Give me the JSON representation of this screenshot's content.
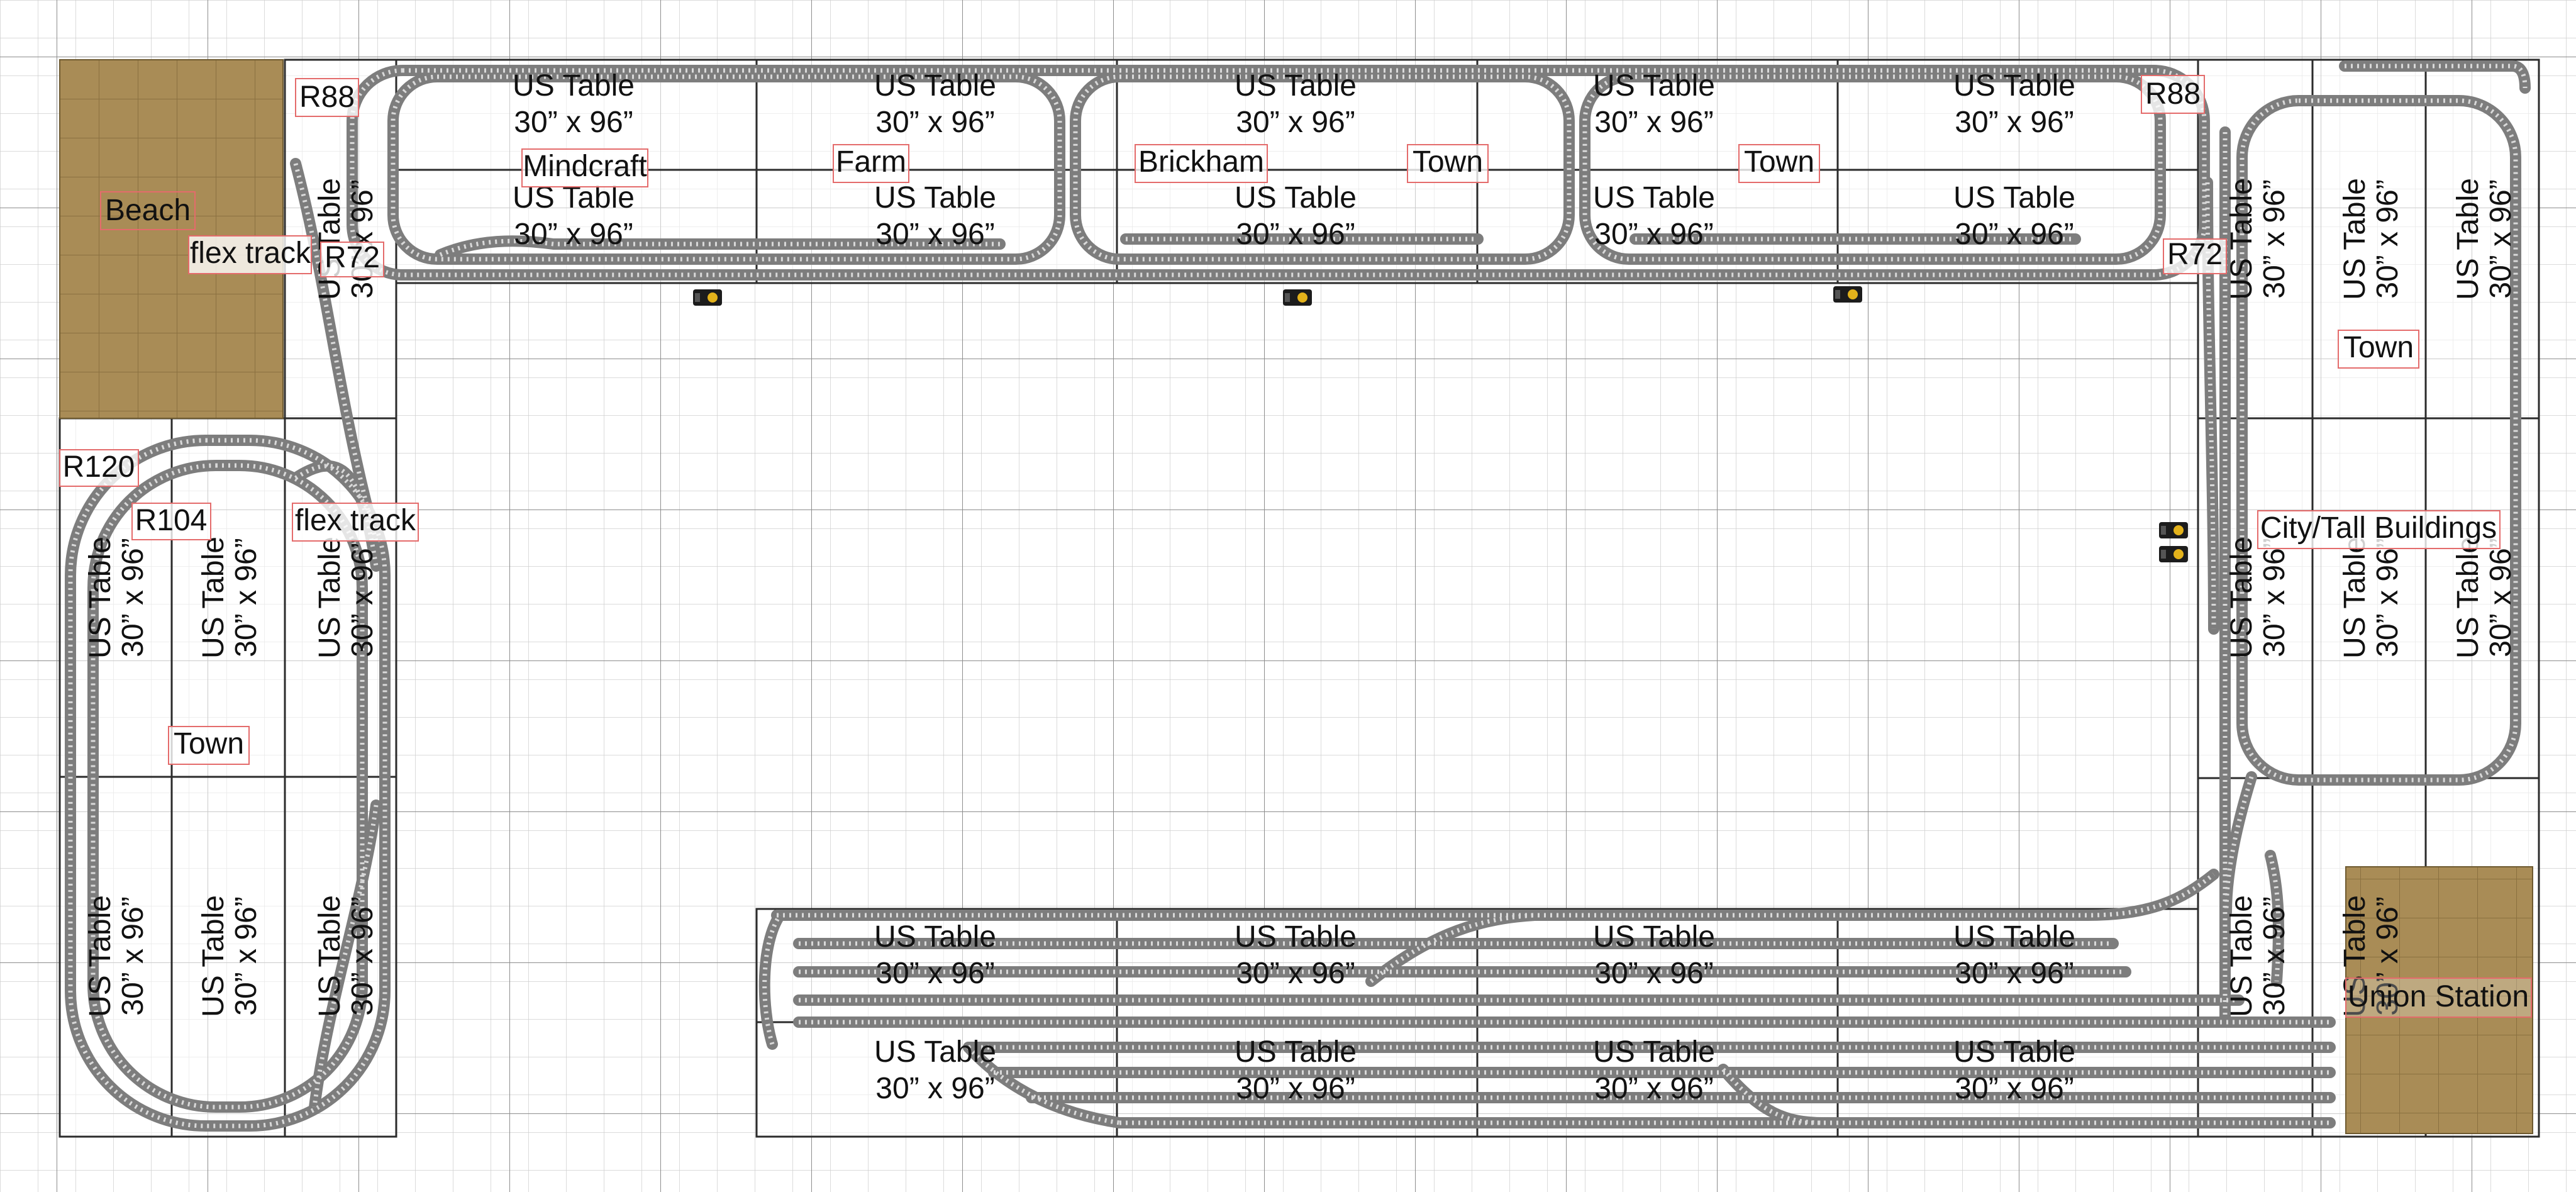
{
  "colors": {
    "background": "#ffffff",
    "grid_fine": "#cfcfcf",
    "grid_major": "#8d8d8d",
    "table_border": "#2b2b2b",
    "beach_fill": "#a98c56",
    "track_rail": "#7d7d7d",
    "track_tie": "#d9d9d9",
    "label_border": "#e46b6b",
    "text": "#111111",
    "signal_body": "#1c1c1c",
    "signal_lamp": "#e3b21b"
  },
  "table": {
    "name": "US Table",
    "size": "30” x 96”"
  },
  "labels": {
    "beach": "Beach",
    "union_station": "Union Station",
    "city": "City/Tall Buildings",
    "mindcraft": "Mindcraft",
    "farm": "Farm",
    "brickham": "Brickham",
    "town": "Town",
    "flex_track": "flex track",
    "r88": "R88",
    "r72": "R72",
    "r120": "R120",
    "r104": "R104"
  },
  "icons": {
    "signal": "signal-icon"
  }
}
